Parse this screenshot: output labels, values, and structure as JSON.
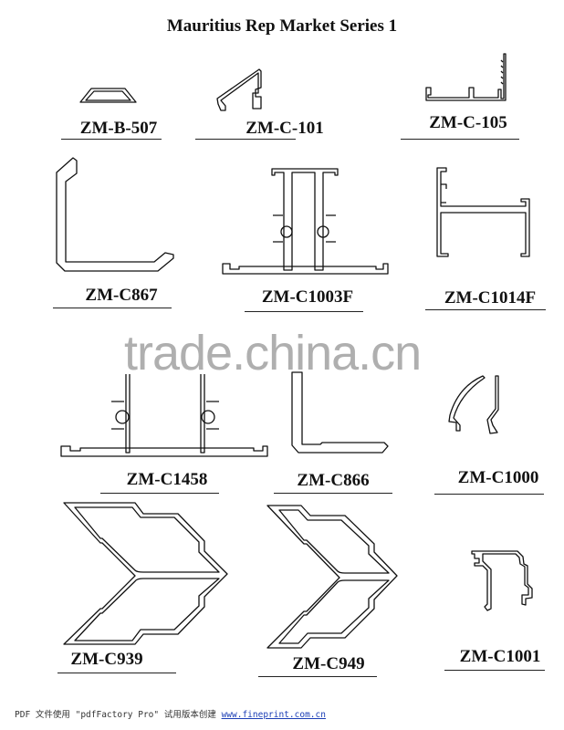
{
  "document": {
    "title": "Mauritius Rep Market Series 1",
    "profiles": [
      {
        "code": "ZM-B-507"
      },
      {
        "code": "ZM-C-101"
      },
      {
        "code": "ZM-C-105"
      },
      {
        "code": "ZM-C867"
      },
      {
        "code": "ZM-C1003F"
      },
      {
        "code": "ZM-C1014F"
      },
      {
        "code": "ZM-C1458"
      },
      {
        "code": "ZM-C866"
      },
      {
        "code": "ZM-C1000"
      },
      {
        "code": "ZM-C939"
      },
      {
        "code": "ZM-C949"
      },
      {
        "code": "ZM-C1001"
      }
    ],
    "watermark": "trade.china.cn",
    "footer": {
      "text": "PDF 文件使用 \"pdfFactory Pro\" 试用版本创建",
      "link": "www.fineprint.com.cn"
    }
  }
}
